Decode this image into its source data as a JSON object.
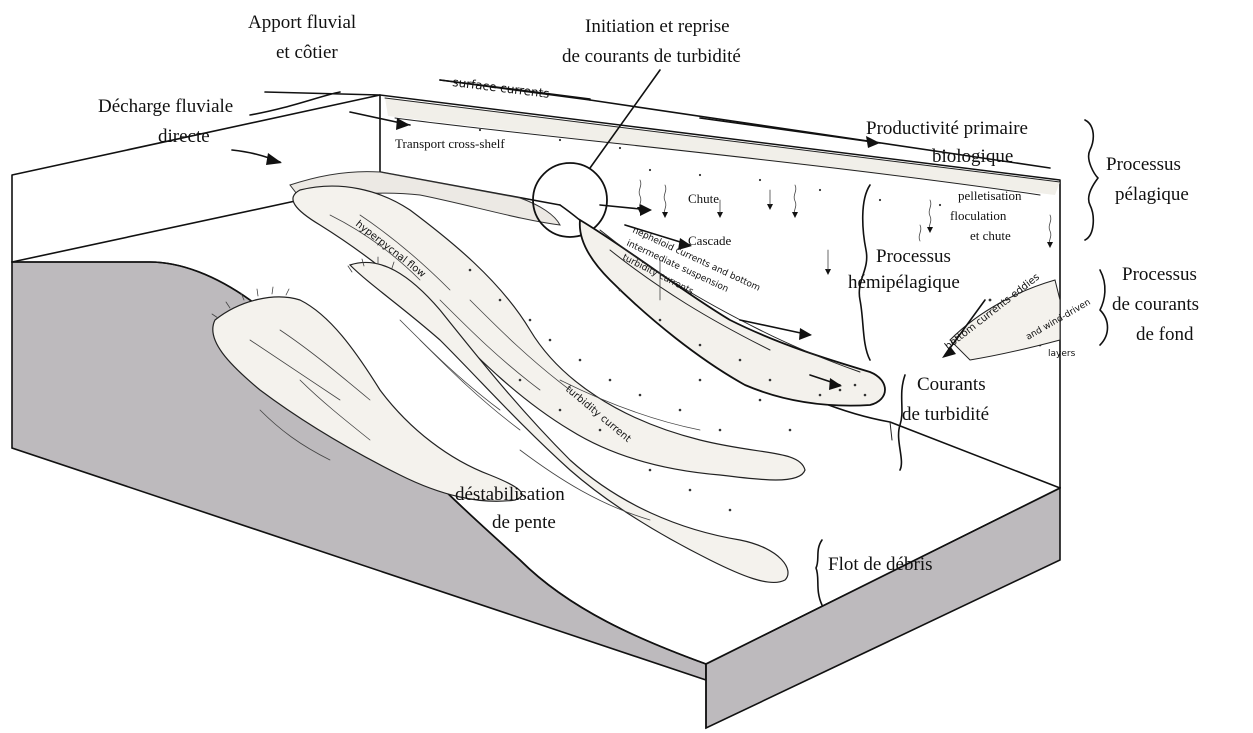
{
  "labels": {
    "apport_l1": "Apport  fluvial",
    "apport_l2": "et côtier",
    "initiation_l1": "Initiation et reprise",
    "initiation_l2": "de courants de turbidité",
    "decharge_l1": "Décharge fluviale",
    "decharge_l2": "directe",
    "surface_currents": "surface currents",
    "transport_cross_shelf": "Transport cross-shelf",
    "productivite_l1": "Productivité primaire",
    "productivite_l2": "biologique",
    "pelagique_l1": "Processus",
    "pelagique_l2": "pélagique",
    "chute": "Chute",
    "cascade": "Cascade",
    "pelletisation_l1": "pelletisation",
    "pelletisation_l2": "floculation",
    "pelletisation_l3": "et chute",
    "hemipelagique_l1": "Processus",
    "hemipelagique_l2": "hémipélagique",
    "fond_l1": "Processus",
    "fond_l2": "de courants",
    "fond_l3": "de fond",
    "hyperpycnal_flow": "hyperpycnal  flow",
    "turbidity_current": "turbidity  current",
    "courants_l1": "Courants",
    "courants_l2": "de turbidité",
    "destabilisation_l1": "déstabilisation",
    "destabilisation_l2": "de pente",
    "flot": "Flot de débris",
    "bottom_currents": "bottom currents  eddies",
    "wind_driven": "and wind-driven",
    "layers": "layers",
    "nepheloid_l1": "nepheloid currents and bottom",
    "nepheloid_l2": "intermediate suspension",
    "turbidity_currents_small": "turbidity currents"
  }
}
